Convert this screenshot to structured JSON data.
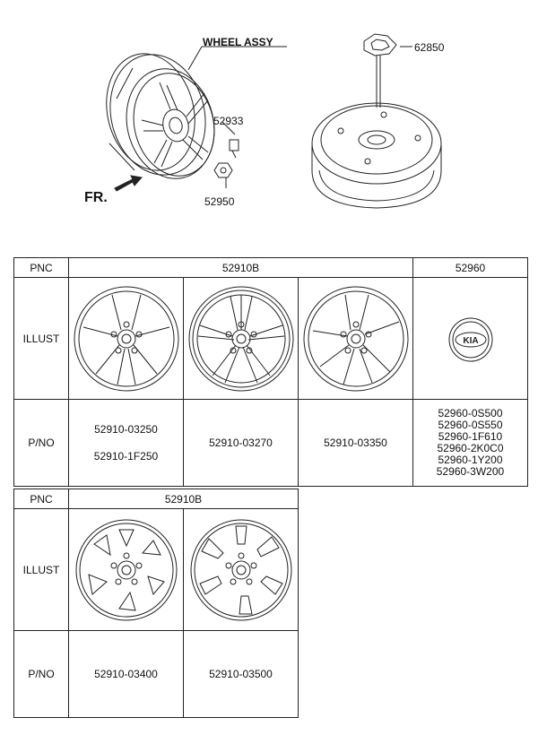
{
  "assembly": {
    "title": "WHEEL ASSY",
    "front_label": "FR.",
    "callouts": {
      "bolt": "52933",
      "nut": "52950",
      "spare_holder": "62850"
    }
  },
  "table1": {
    "pnc_label": "PNC",
    "illust_label": "ILLUST",
    "pno_label": "P/NO",
    "pnc_wheel": "52910B",
    "pnc_cap": "52960",
    "col1": [
      "52910-03250",
      "52910-1F250"
    ],
    "col2": "52910-03270",
    "col3": "52910-03350",
    "cap_parts": [
      "52960-0S500",
      "52960-0S550",
      "52960-1F610",
      "52960-2K0C0",
      "52960-1Y200",
      "52960-3W200"
    ],
    "cap_logo": "KIA"
  },
  "table2": {
    "pnc_label": "PNC",
    "illust_label": "ILLUST",
    "pno_label": "P/NO",
    "pnc_wheel": "52910B",
    "col1": "52910-03400",
    "col2": "52910-03500"
  }
}
